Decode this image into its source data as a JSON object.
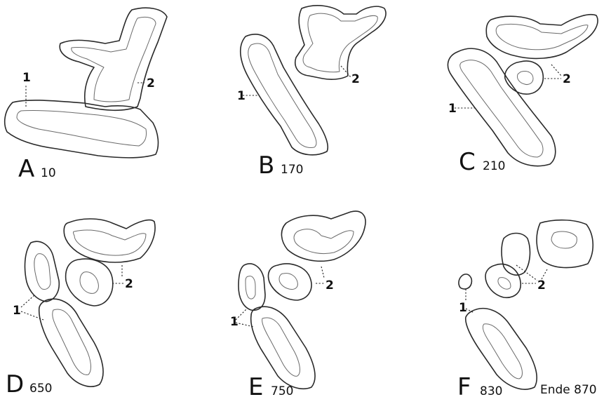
{
  "panels": [
    {
      "letter": "A",
      "number": "10",
      "structure_1_label": "1",
      "structure_2_label": "2"
    },
    {
      "letter": "B",
      "number": "170",
      "structure_1_label": "1",
      "structure_2_label": "2"
    },
    {
      "letter": "C",
      "number": "210",
      "structure_1_label": "1",
      "structure_2_label": "2"
    },
    {
      "letter": "D",
      "number": "650",
      "structure_1_label": "1",
      "structure_2_label": "2"
    },
    {
      "letter": "E",
      "number": "750",
      "structure_1_label": "1",
      "structure_2_label": "2"
    },
    {
      "letter": "F",
      "number": "830",
      "structure_1_label": "1",
      "structure_2_label": "2"
    }
  ],
  "end_note": "Ende 870",
  "colors": {
    "stroke": "#2a2a2a",
    "inner_stroke": "#6a6a6a",
    "background": "#ffffff"
  }
}
